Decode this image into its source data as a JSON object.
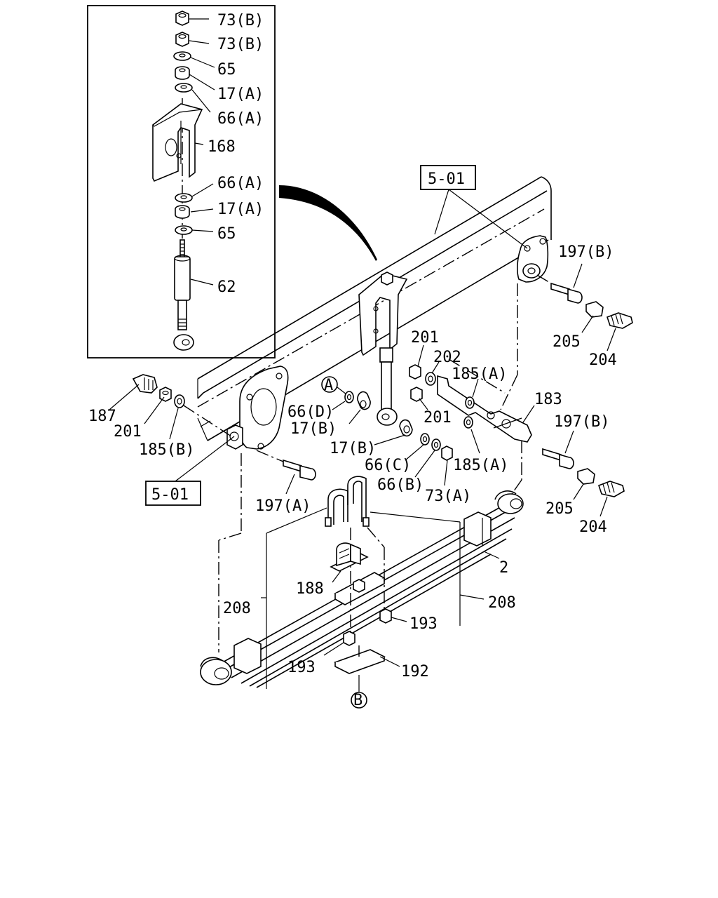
{
  "labels": {
    "l73b_1": "73(B)",
    "l73b_2": "73(B)",
    "l65_1": "65",
    "l17a_1": "17(A)",
    "l66a_1": "66(A)",
    "l168": "168",
    "l66a_2": "66(A)",
    "l17a_2": "17(A)",
    "l65_2": "65",
    "l62": "62",
    "l501_top": "5-01",
    "l197b_1": "197(B)",
    "l205_1": "205",
    "l204_1": "204",
    "l201_r1": "201",
    "l202": "202",
    "l185a_1": "185(A)",
    "l183": "183",
    "l201_r2": "201",
    "l197b_2": "197(B)",
    "l187": "187",
    "l201_l": "201",
    "l185b": "185(B)",
    "l66d": "66(D)",
    "l17b_1": "17(B)",
    "l17b_2": "17(B)",
    "l66c": "66(C)",
    "l66b": "66(B)",
    "l73a": "73(A)",
    "l185a_2": "185(A)",
    "l205_2": "205",
    "l204_2": "204",
    "l501_bot": "5-01",
    "l197a": "197(A)",
    "l2": "2",
    "l188": "188",
    "l208_l": "208",
    "l208_r": "208",
    "l193_r": "193",
    "l193_l": "193",
    "l192": "192",
    "ref_a": "A",
    "ref_b": "B"
  }
}
